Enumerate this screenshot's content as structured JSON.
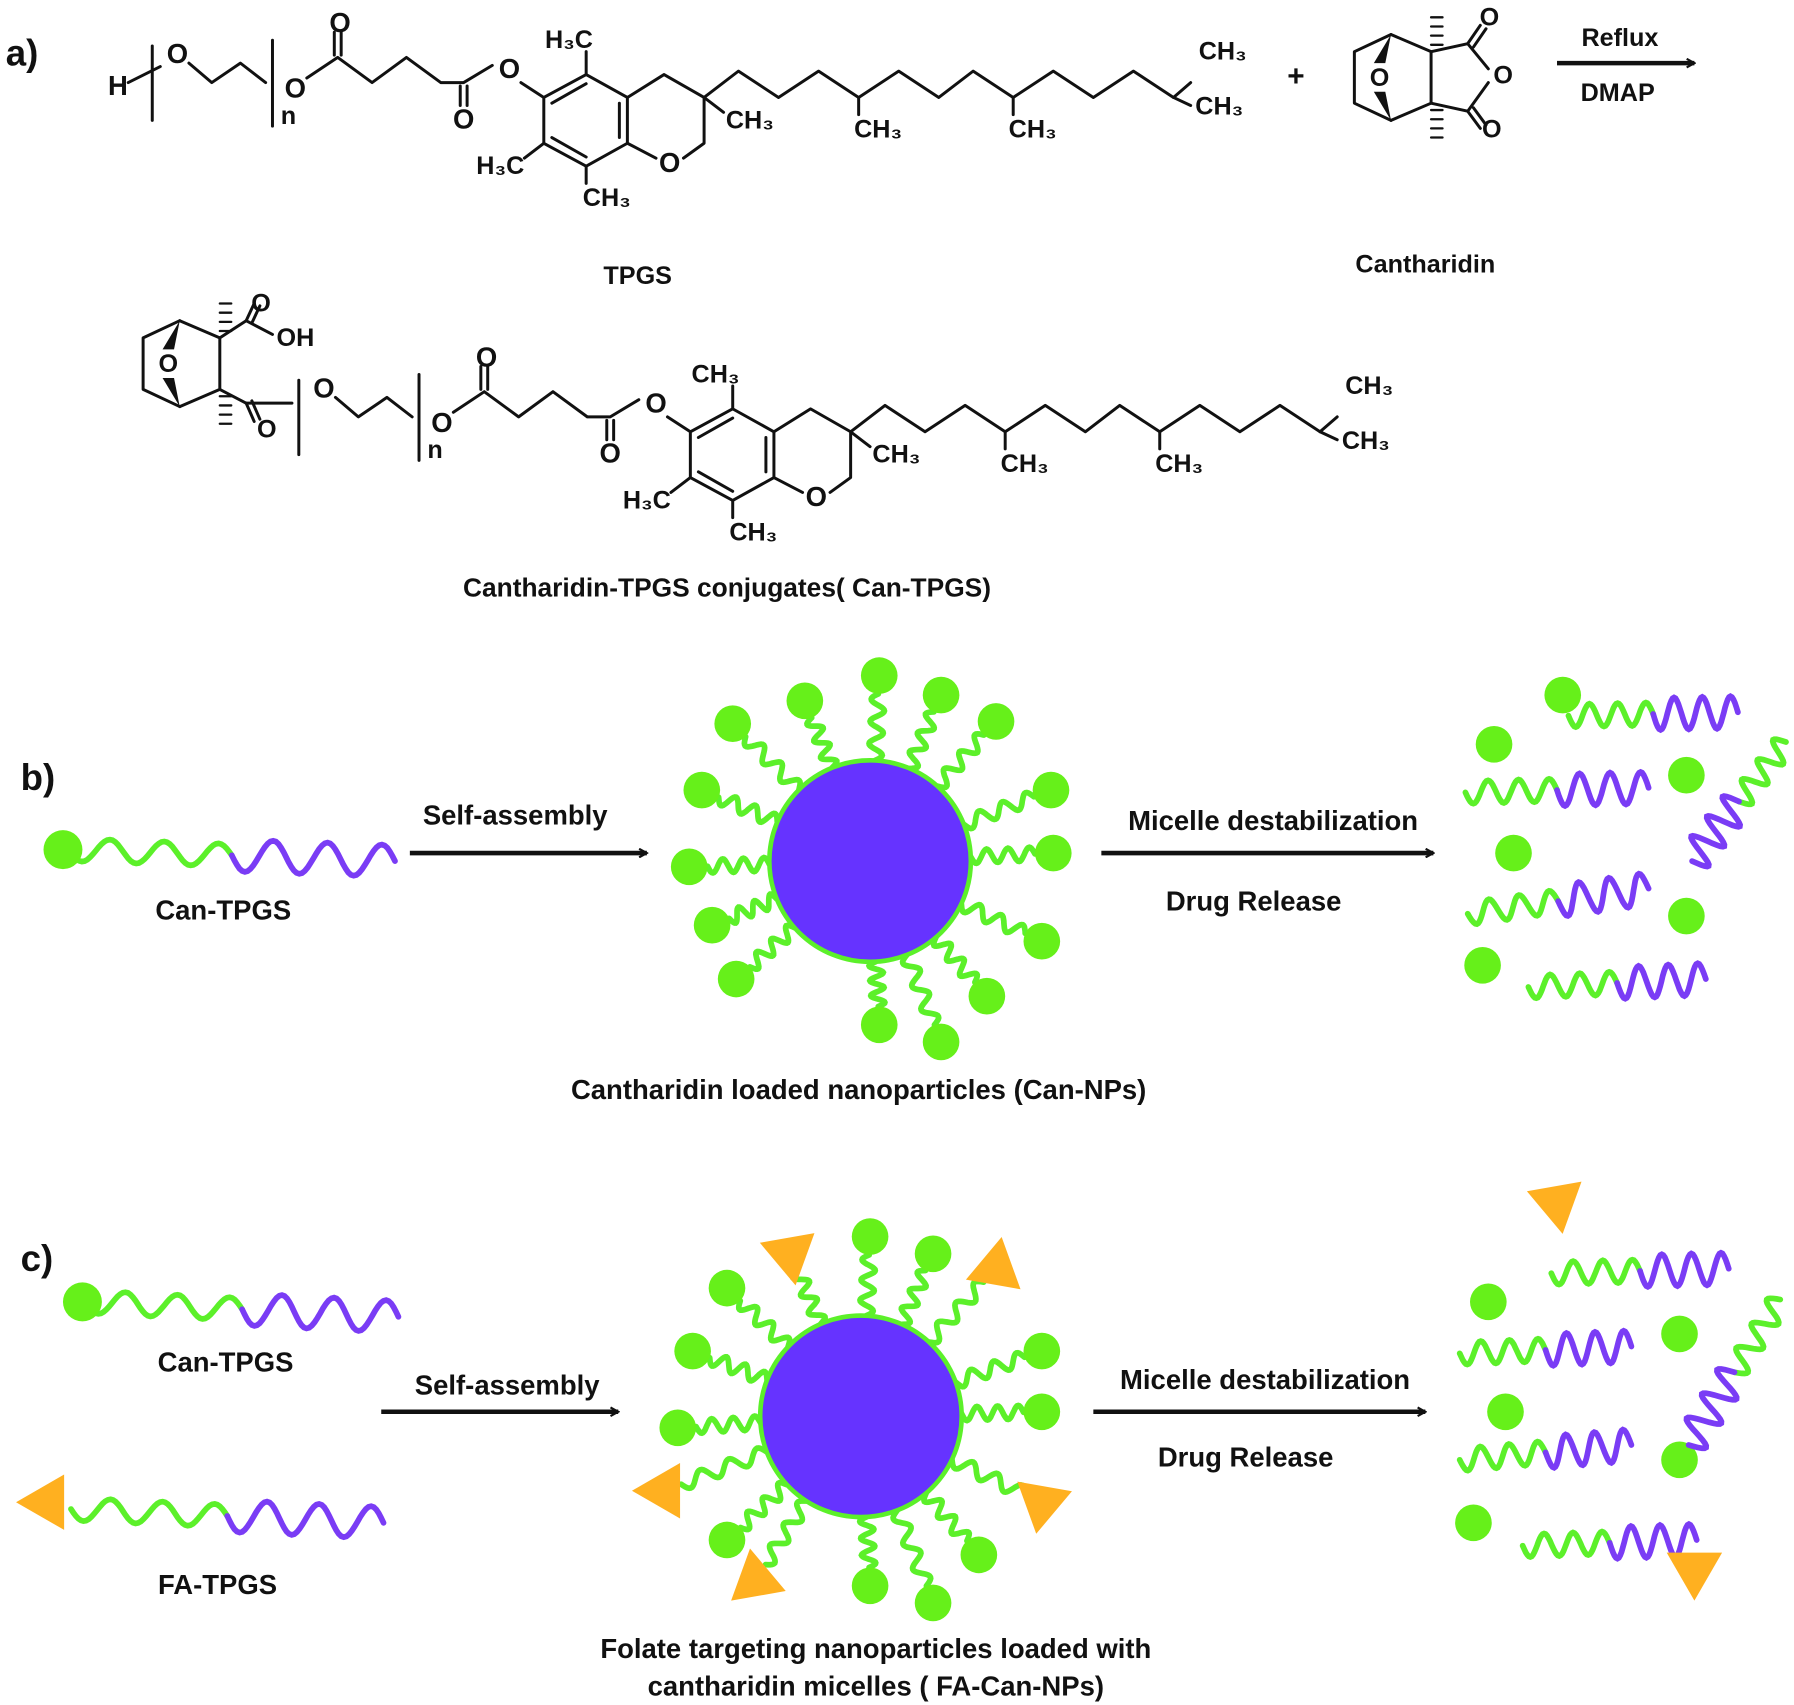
{
  "atoms": {
    "H": "H",
    "O": "O",
    "n": "n",
    "OH": "OH",
    "CH3": "CH₃",
    "H3C": "H₃C"
  },
  "panel_a": {
    "label": "a)",
    "plus": "+",
    "reagent_top": "Reflux",
    "reagent_bottom": "DMAP",
    "tpgs_name": "TPGS",
    "cantharidin_name": "Cantharidin",
    "product_name": "Cantharidin-TPGS conjugates( Can-TPGS)"
  },
  "panel_b": {
    "label": "b)",
    "polymer_label": "Can-TPGS",
    "arrow1_label": "Self-assembly",
    "arrow2_top": "Micelle destabilization",
    "arrow2_bottom": "Drug Release",
    "micelle_caption": "Cantharidin loaded nanoparticles (Can-NPs)"
  },
  "panel_c": {
    "label": "c)",
    "polymer1_label": "Can-TPGS",
    "polymer2_label": "FA-TPGS",
    "arrow1_label": "Self-assembly",
    "arrow2_top": "Micelle destabilization",
    "arrow2_bottom": "Drug Release",
    "micelle_caption_line1": "Folate targeting nanoparticles  loaded with",
    "micelle_caption_line2": "cantharidin micelles ( FA-Can-NPs)"
  },
  "colors": {
    "hydrophilic_chain": "#5cf02a",
    "hydrophobic_chain": "#7a3cf5",
    "micelle_core": "#6633ff",
    "drug_ball": "#66f01a",
    "folate_triangle": "#ffb020",
    "text": "#111111"
  }
}
